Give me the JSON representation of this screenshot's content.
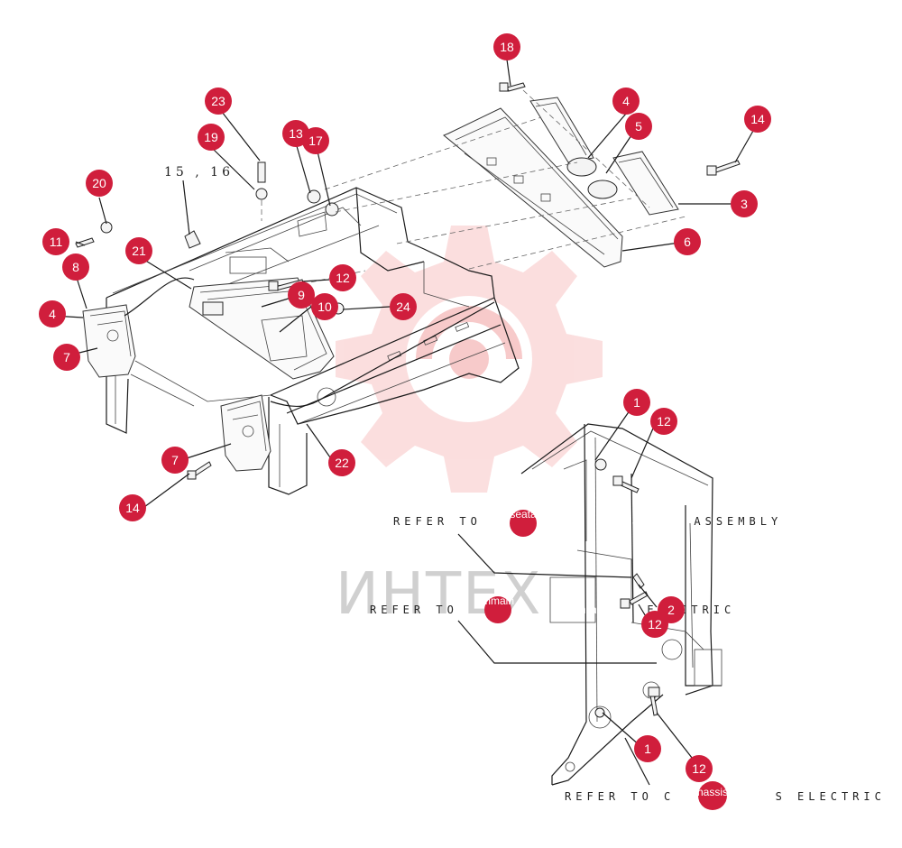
{
  "diagram": {
    "callouts": [
      "18",
      "23",
      "19",
      "13",
      "17",
      "4",
      "5",
      "14",
      "3",
      "6",
      "20",
      "11",
      "8",
      "21",
      "12",
      "9",
      "10",
      "24",
      "4",
      "7",
      "7",
      "14",
      "22",
      "1",
      "12",
      "2",
      "12",
      "1",
      "12"
    ],
    "label_15_16": "15 , 16",
    "references": {
      "seat": {
        "before": "REFER TO ",
        "word": "seata",
        "after": " ASSEMBLY"
      },
      "main": {
        "before": "REFER TO ",
        "word": "mmain",
        "after": " ELECTRIC"
      },
      "chassis": {
        "before": "REFER TO C",
        "word": "hassis",
        "after": "S ELECTRIC"
      }
    },
    "watermark": "ИНТЕХ",
    "colors": {
      "badge": "#d01e3c",
      "watermark_gear": "#f8c4c4"
    }
  }
}
